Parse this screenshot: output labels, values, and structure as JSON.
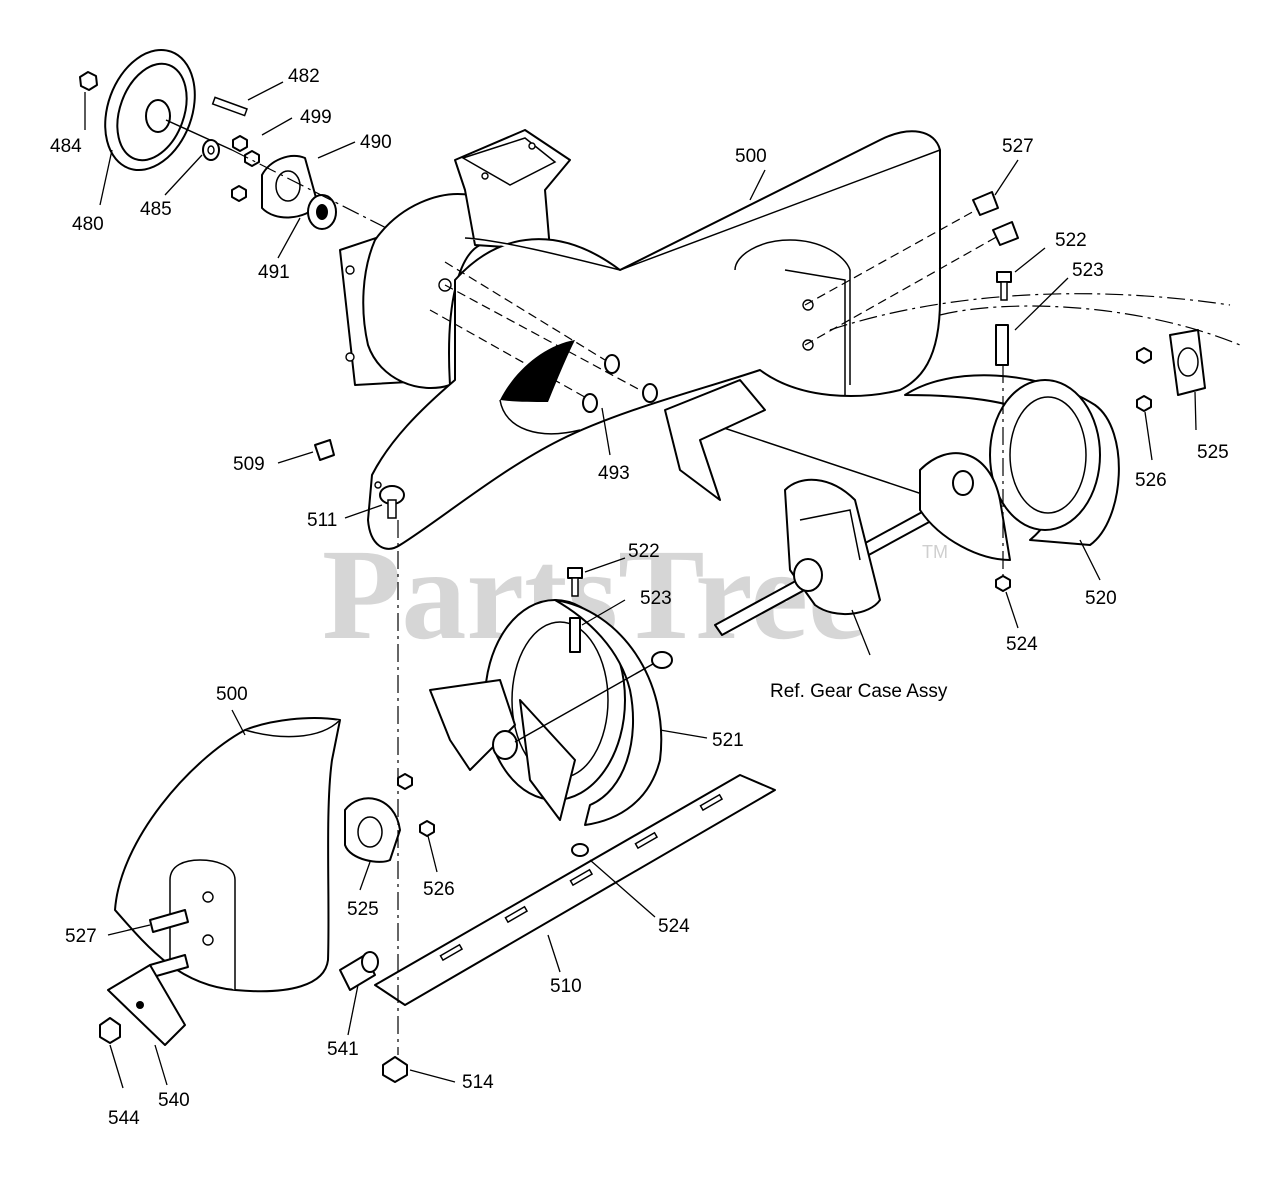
{
  "watermark": {
    "text": "PartsTree",
    "trademark": "TM"
  },
  "reference_note": "Ref. Gear Case Assy",
  "callouts": [
    {
      "id": "c482",
      "text": "482"
    },
    {
      "id": "c484",
      "text": "484"
    },
    {
      "id": "c499",
      "text": "499"
    },
    {
      "id": "c490",
      "text": "490"
    },
    {
      "id": "c480",
      "text": "480"
    },
    {
      "id": "c485",
      "text": "485"
    },
    {
      "id": "c491",
      "text": "491"
    },
    {
      "id": "c500a",
      "text": "500"
    },
    {
      "id": "c527a",
      "text": "527"
    },
    {
      "id": "c522a",
      "text": "522"
    },
    {
      "id": "c523a",
      "text": "523"
    },
    {
      "id": "c525a",
      "text": "525"
    },
    {
      "id": "c526a",
      "text": "526"
    },
    {
      "id": "c520",
      "text": "520"
    },
    {
      "id": "c524a",
      "text": "524"
    },
    {
      "id": "c509",
      "text": "509"
    },
    {
      "id": "c493",
      "text": "493"
    },
    {
      "id": "c511",
      "text": "511"
    },
    {
      "id": "c522b",
      "text": "522"
    },
    {
      "id": "c523b",
      "text": "523"
    },
    {
      "id": "c521",
      "text": "521"
    },
    {
      "id": "c500b",
      "text": "500"
    },
    {
      "id": "c526b",
      "text": "526"
    },
    {
      "id": "c525b",
      "text": "525"
    },
    {
      "id": "c524b",
      "text": "524"
    },
    {
      "id": "c527b",
      "text": "527"
    },
    {
      "id": "c510",
      "text": "510"
    },
    {
      "id": "c541",
      "text": "541"
    },
    {
      "id": "c540",
      "text": "540"
    },
    {
      "id": "c544",
      "text": "544"
    },
    {
      "id": "c514",
      "text": "514"
    }
  ]
}
